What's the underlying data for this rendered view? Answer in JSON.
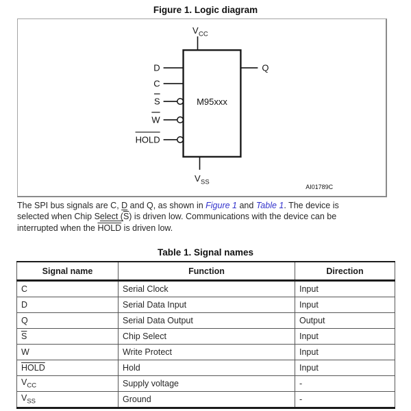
{
  "figure": {
    "title": "Figure 1. Logic diagram",
    "code": "AI01789C",
    "chip_label": "M95xxx",
    "vcc": {
      "base": "V",
      "sub": "CC"
    },
    "vss": {
      "base": "V",
      "sub": "SS"
    },
    "left_pins": [
      {
        "label": "D",
        "overline": false,
        "bubble": false
      },
      {
        "label": "C",
        "overline": false,
        "bubble": false
      },
      {
        "label": "S",
        "overline": true,
        "bubble": true
      },
      {
        "label": "W",
        "overline": true,
        "bubble": true
      },
      {
        "label": "HOLD",
        "overline": true,
        "bubble": true
      }
    ],
    "right_pin": {
      "label": "Q"
    }
  },
  "paragraph": {
    "segments": [
      {
        "text": "The SPI bus signals are C, "
      },
      {
        "text": "D",
        "style": "underline"
      },
      {
        "text": " and Q, as shown in "
      },
      {
        "text": "Figure 1",
        "style": "link",
        "name": "figure-1-link"
      },
      {
        "text": " and "
      },
      {
        "text": "Table 1",
        "style": "link",
        "name": "table-1-link"
      },
      {
        "text": ". The device is"
      },
      {
        "br": true
      },
      {
        "text": "selected when Chip S"
      },
      {
        "text": "elect (",
        "style": "underline"
      },
      {
        "text": "S",
        "style": "overline"
      },
      {
        "text": ") is driven low. Communications with the device can be"
      },
      {
        "br": true
      },
      {
        "text": "interrupted when the "
      },
      {
        "text": "HOLD",
        "style": "overline"
      },
      {
        "text": " is driven low."
      }
    ]
  },
  "table": {
    "title": "Table 1. Signal names",
    "headers": [
      "Signal name",
      "Function",
      "Direction"
    ],
    "rows": [
      {
        "signal": {
          "text": "C"
        },
        "function": "Serial Clock",
        "direction": "Input"
      },
      {
        "signal": {
          "text": "D"
        },
        "function": "Serial Data Input",
        "direction": "Input"
      },
      {
        "signal": {
          "text": "Q"
        },
        "function": "Serial Data Output",
        "direction": "Output"
      },
      {
        "signal": {
          "text": "S",
          "overline": true
        },
        "function": "Chip Select",
        "direction": "Input"
      },
      {
        "signal": {
          "text": "W"
        },
        "function": "Write Protect",
        "direction": "Input"
      },
      {
        "signal": {
          "text": "HOLD",
          "overline": true
        },
        "function": "Hold",
        "direction": "Input"
      },
      {
        "signal": {
          "text": "V",
          "sub": "CC"
        },
        "function": "Supply voltage",
        "direction": "-"
      },
      {
        "signal": {
          "text": "V",
          "sub": "SS"
        },
        "function": "Ground",
        "direction": "-"
      }
    ]
  },
  "colors": {
    "link_blue": "#3333cc",
    "text": "#262626",
    "frame_gray": "#a3a3a3"
  }
}
